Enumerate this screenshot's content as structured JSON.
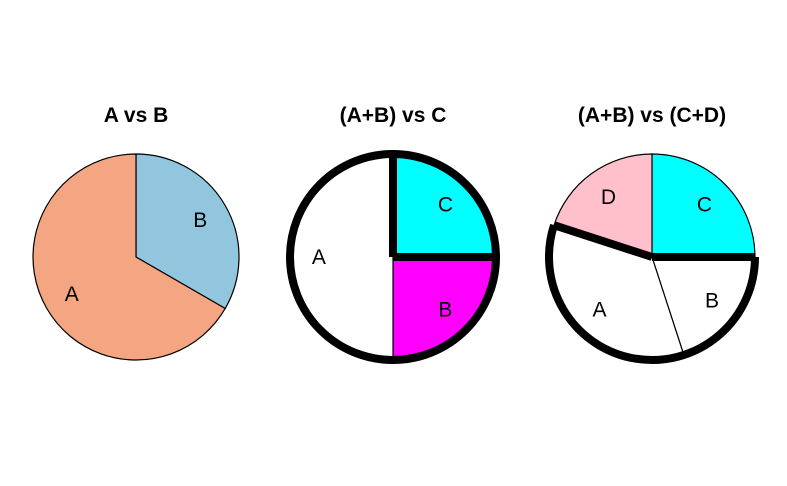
{
  "chart_data": [
    {
      "type": "pie",
      "title": "A vs B",
      "slices": [
        {
          "label": "B",
          "value": 0.3333,
          "color": "#92C5DE"
        },
        {
          "label": "A",
          "value": 0.6667,
          "color": "#F4A582"
        }
      ]
    },
    {
      "type": "pie",
      "title": "(A+B) vs C",
      "slices": [
        {
          "label": "C",
          "value": 0.25,
          "color": "#00FFFF",
          "group": "C"
        },
        {
          "label": "B",
          "value": 0.25,
          "color": "#FF00FF",
          "group": "A+B"
        },
        {
          "label": "A",
          "value": 0.5,
          "color": "#FFFFFF",
          "group": "A+B"
        }
      ]
    },
    {
      "type": "pie",
      "title": "(A+B) vs (C+D)",
      "slices": [
        {
          "label": "C",
          "value": 0.25,
          "color": "#00FFFF",
          "group": "C+D"
        },
        {
          "label": "B",
          "value": 0.2,
          "color": "#FFFFFF",
          "group": "A+B"
        },
        {
          "label": "A",
          "value": 0.35,
          "color": "#FFFFFF",
          "group": "A+B"
        },
        {
          "label": "D",
          "value": 0.2,
          "color": "#FFC0CB",
          "group": "C+D"
        }
      ]
    }
  ]
}
